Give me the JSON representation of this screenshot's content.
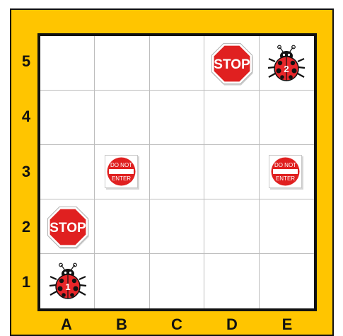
{
  "board": {
    "columns": [
      "A",
      "B",
      "C",
      "D",
      "E"
    ],
    "rows": [
      "5",
      "4",
      "3",
      "2",
      "1"
    ]
  },
  "pieces": [
    {
      "type": "stop-sign",
      "cell": "D5",
      "text": "STOP"
    },
    {
      "type": "ladybug",
      "cell": "E5",
      "number": "2"
    },
    {
      "type": "do-not-enter-sign",
      "cell": "B3",
      "line1": "DO NOT",
      "line2": "ENTER"
    },
    {
      "type": "do-not-enter-sign",
      "cell": "E3",
      "line1": "DO NOT",
      "line2": "ENTER"
    },
    {
      "type": "stop-sign",
      "cell": "A2",
      "text": "STOP"
    },
    {
      "type": "ladybug",
      "cell": "A1",
      "number": "1"
    }
  ],
  "colors": {
    "frame": "#ffc500",
    "sign_red": "#e02020",
    "ladybug_red": "#e8262a"
  }
}
